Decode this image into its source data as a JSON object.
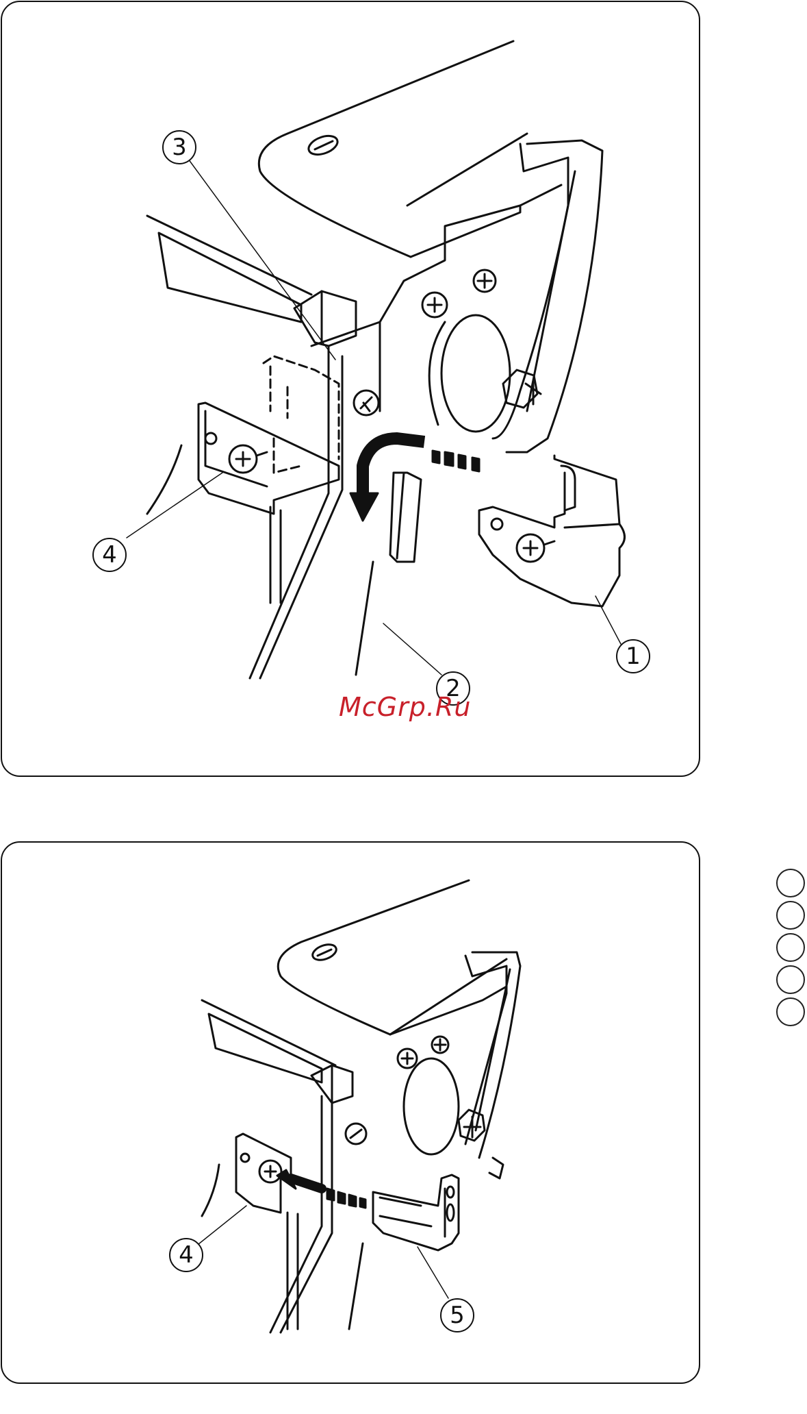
{
  "figures": [
    {
      "id": "top",
      "callouts": [
        {
          "label": "3"
        },
        {
          "label": "4"
        },
        {
          "label": "2"
        },
        {
          "label": "1"
        }
      ]
    },
    {
      "id": "bottom",
      "callouts": [
        {
          "label": "4"
        },
        {
          "label": "5"
        }
      ]
    }
  ],
  "watermark": "McGrp.Ru",
  "side_index": {
    "count": 5
  },
  "colors": {
    "line": "#111111",
    "watermark": "#c8202a"
  }
}
